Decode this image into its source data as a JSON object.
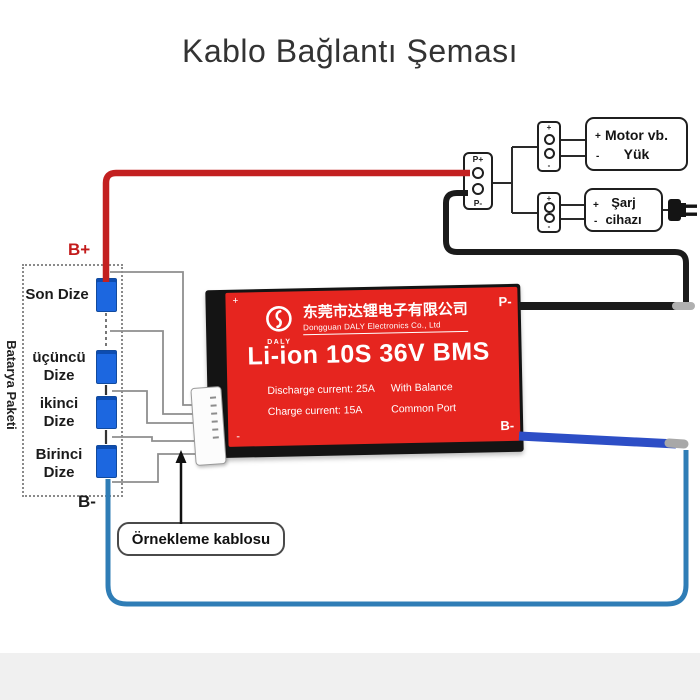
{
  "title": "Kablo Bağlantı Şeması",
  "battery_pack": {
    "side_label": "Batarya Paketi",
    "terminal_positive": "B+",
    "terminal_negative": "B-",
    "cells": [
      {
        "line1": "Son Dize",
        "line2": ""
      },
      {
        "line1": "üçüncü",
        "line2": "Dize"
      },
      {
        "line1": "ikinci",
        "line2": "Dize"
      },
      {
        "line1": "Birinci",
        "line2": "Dize"
      }
    ]
  },
  "bms_board": {
    "brand": "DALY",
    "company_cn": "东莞市达锂电子有限公司",
    "company_en": "Dongguan DALY Electronics Co., Ltd",
    "model": "Li-ion 10S 36V BMS",
    "spec_discharge": "Discharge current: 25A",
    "spec_balance": "With Balance",
    "spec_charge": "Charge current: 15A",
    "spec_port": "Common Port",
    "pad_plus": "+",
    "pad_minus": "-",
    "pad_p_minus": "P-",
    "pad_b_minus": "B-"
  },
  "output_connector": {
    "top_label": "P+",
    "bottom_label": "P-"
  },
  "load_connector": {
    "plus": "+",
    "minus": "-"
  },
  "charge_connector": {
    "plus": "+",
    "minus": "-"
  },
  "load_box": {
    "plus": "+",
    "minus": "-",
    "line1": "Motor vb.",
    "line2": "Yük"
  },
  "charger_box": {
    "plus": "+",
    "minus": "-",
    "line1": "Şarj",
    "line2": "cihazı"
  },
  "callout": {
    "label": "Örnekleme kablosu"
  },
  "colors": {
    "board_red": "#e6251f",
    "wire_positive_red": "#c32020",
    "wire_negative_black": "#1b1b1b",
    "wire_b_minus_thick_blue": "#2d4ec6",
    "wire_b_minus_thin_blue": "#2f7db6",
    "cell_blue": "#1c67e0",
    "tap_wire_gray": "#8f8f8f"
  }
}
